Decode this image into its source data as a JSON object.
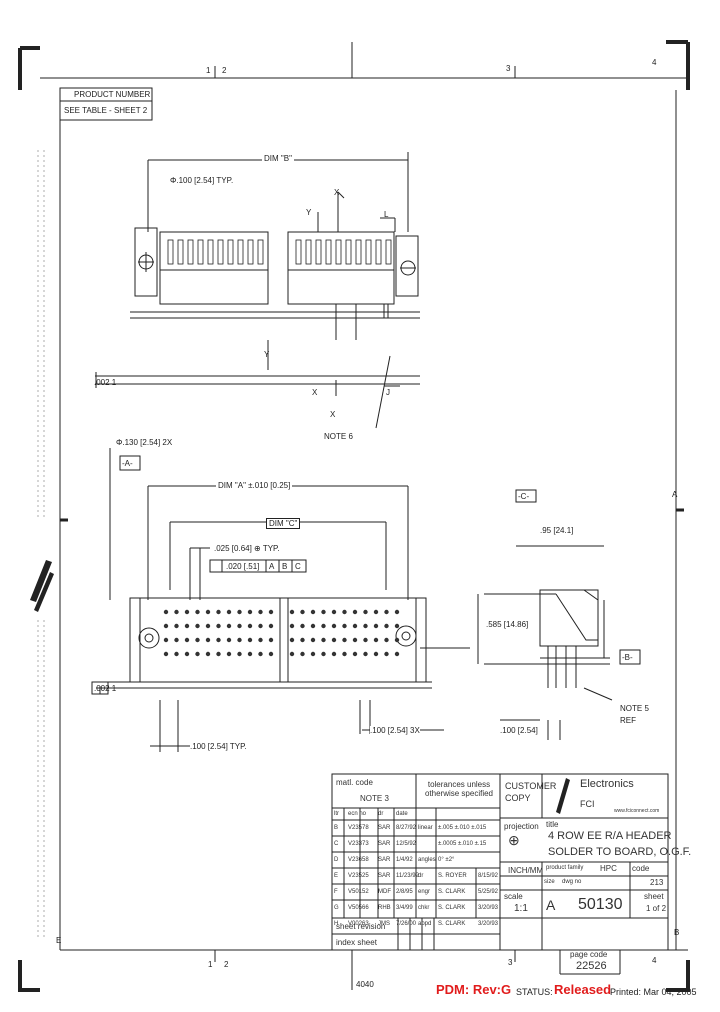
{
  "header": {
    "product_number_label": "PRODUCT NUMBER",
    "product_number_value": "SEE TABLE - SHEET 2",
    "zones_top": [
      "1",
      "2",
      "3",
      "4"
    ],
    "zones_bottom": [
      "1",
      "2",
      "3",
      "4"
    ],
    "zones_side": [
      "A",
      "B",
      "E"
    ]
  },
  "drawing": {
    "dim_b": "DIM \"B\"",
    "hole_dia": "Φ.100 [2.54] TYP.",
    "label_x": "X",
    "label_y": "Y",
    "label_l": "L",
    "label_j": "J",
    "flatness_1": ".002 1",
    "note6_label": "NOTE 6",
    "hole_dia_2x": "Φ.130 [2.54] 2X",
    "datum_a": "-A-",
    "dim_a": "DIM \"A\" ±.010 [0.25]",
    "dim_c": "DIM \"C\"",
    "pin_square": ".025 [0.64] ⊕ TYP.",
    "fcf_tol": ".020 [.51]",
    "fcf_datums": [
      "A",
      "B",
      "C"
    ],
    "flatness_2": ".002 1",
    "dim_100_3x": ".100 [2.54] 3X",
    "dim_100_typ": ".100 [2.54] TYP.",
    "datum_c": "-C-",
    "dim_95": ".95 [24.1]",
    "dim_585": ".585 [14.86]",
    "datum_b": "-B-",
    "note5": "NOTE 5",
    "note5_ref": "REF",
    "dim_100_right": ".100 [2.54]"
  },
  "title_block": {
    "matl_code": "matl. code",
    "note3": "NOTE 3",
    "tolerances": "tolerances unless otherwise specified",
    "customer_copy": "CUSTOMER COPY",
    "company": "Electronics",
    "fci": "FCI",
    "website": "www.fciconnect.com",
    "title_label": "title",
    "title_line1": "4 ROW EE R/A HEADER",
    "title_line2": "SOLDER TO BOARD, O.G.F.",
    "projection": "projection",
    "units": "INCH/MM",
    "product_family_label": "product family",
    "product_family": "HPC",
    "size_label": "size",
    "size": "A",
    "dwg_no_label": "dwg no",
    "dwg_no": "50130",
    "code_label": "code",
    "code": "213",
    "sheet_label": "sheet",
    "sheet": "1 of 2",
    "scale_label": "scale",
    "scale": "1:1",
    "sheet_revision": "sheet revision",
    "index_sheet": "index sheet",
    "page_code_label": "page code",
    "page_code": "22526",
    "rev_headers": [
      "ltr",
      "ecn no",
      "dr",
      "date"
    ],
    "revisions": [
      [
        "B",
        "V23578",
        "SAR",
        "8/27/92"
      ],
      [
        "C",
        "V23373",
        "SAR",
        "12/5/92"
      ],
      [
        "D",
        "V23658",
        "SAR",
        "1/4/92"
      ],
      [
        "E",
        "V23525",
        "SAR",
        "11/23/92"
      ],
      [
        "F",
        "V50152",
        "MDF",
        "2/8/95"
      ],
      [
        "G",
        "V50566",
        "RHB",
        "3/4/99"
      ],
      [
        "H",
        "V00263",
        "JMS",
        "7/26/00"
      ]
    ],
    "tol_rows": [
      [
        "linear",
        "±.005 ±.010 ±.015"
      ],
      [
        "",
        "±.0005 ±.010 ±.15"
      ],
      [
        "angles",
        "0° ±2°"
      ],
      [
        "dr",
        "S. ROYER",
        "8/15/92"
      ],
      [
        "engr",
        "S. CLARK",
        "5/25/92"
      ],
      [
        "chkr",
        "S. CLARK",
        "3/20/93"
      ],
      [
        "appd",
        "S. CLARK",
        "3/20/93"
      ]
    ]
  },
  "footer": {
    "pdm": "PDM: Rev:G",
    "status_label": "STATUS:",
    "status_value": "Released",
    "printed": "Printed: Mar 04, 2005",
    "code_4040": "4040"
  },
  "colors": {
    "status_red": "#e11c1c",
    "line": "#222222"
  }
}
